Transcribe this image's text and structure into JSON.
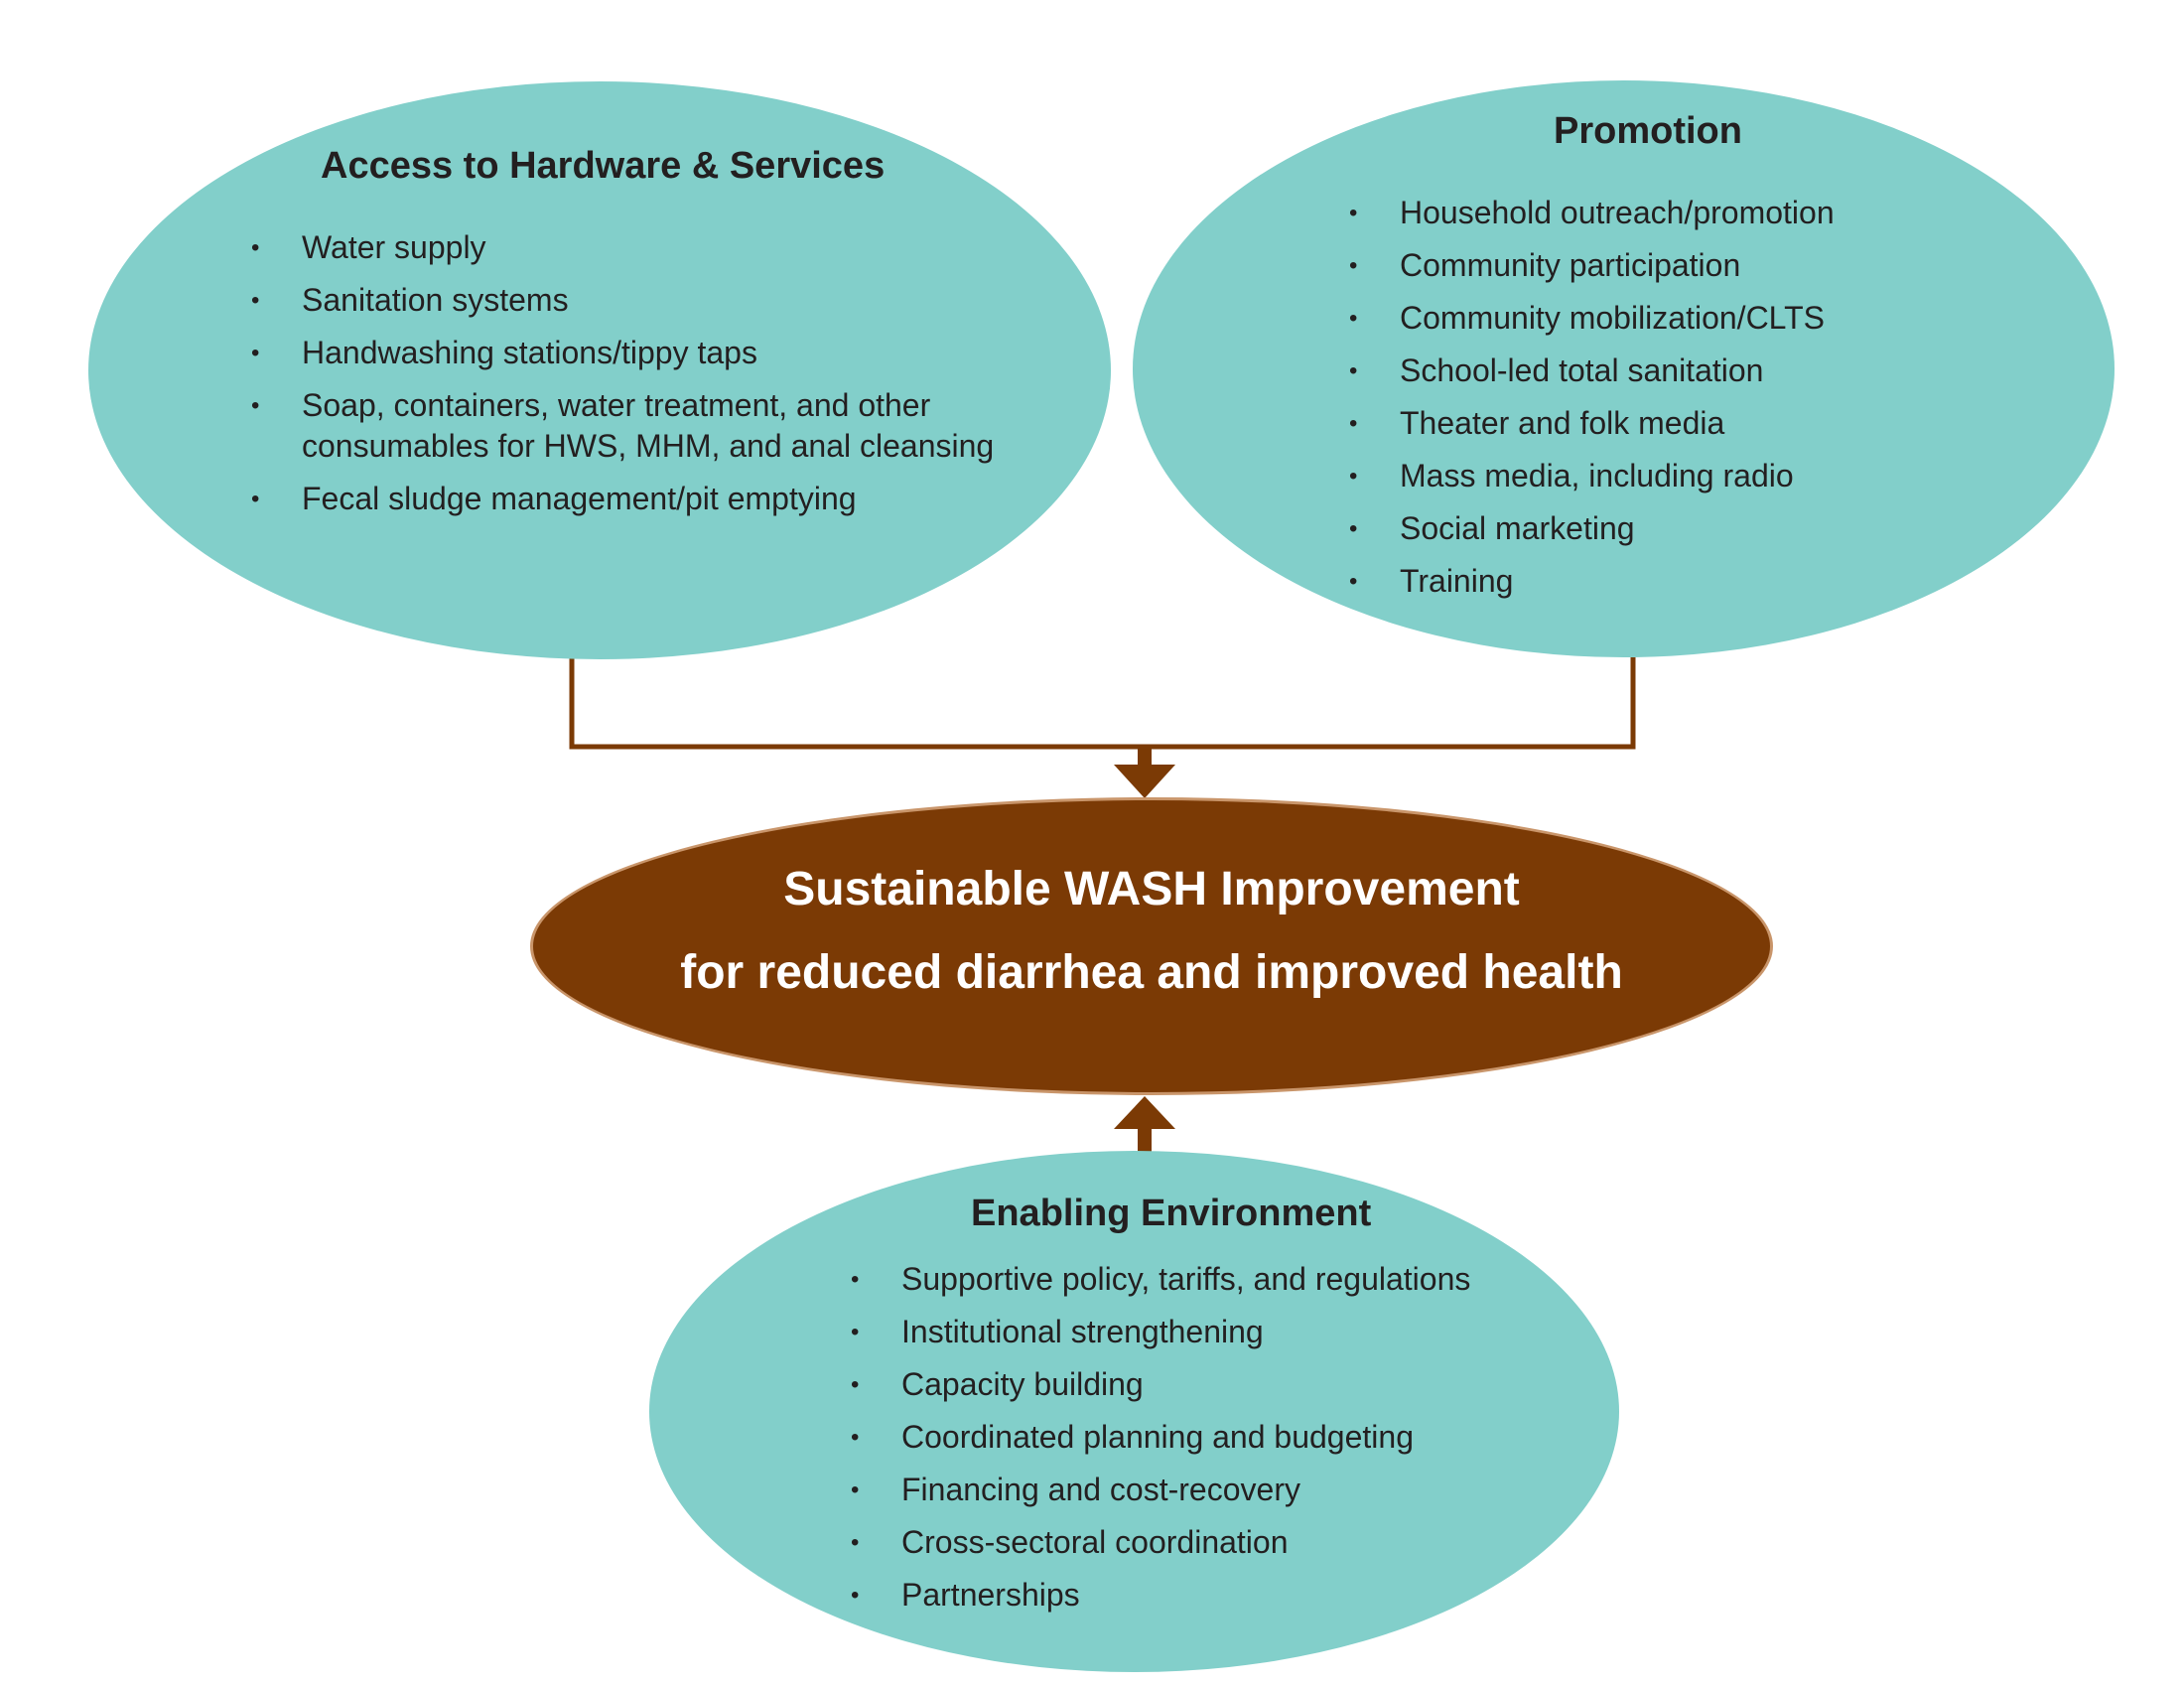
{
  "colors": {
    "ellipse_fill": "#82cfca",
    "center_fill": "#7b3a05",
    "connector": "#7b3a05",
    "text": "#231f20",
    "center_text": "#ffffff"
  },
  "access": {
    "title": "Access to Hardware & Services",
    "items": [
      "Water supply",
      "Sanitation systems",
      "Handwashing stations/tippy taps",
      "Soap, containers, water treatment, and other consumables for HWS, MHM, and anal cleansing",
      "Fecal sludge management/pit emptying"
    ]
  },
  "promotion": {
    "title": "Promotion",
    "items": [
      "Household outreach/promotion",
      "Community participation",
      "Community mobilization/CLTS",
      "School-led total sanitation",
      "Theater and folk media",
      "Mass media, including radio",
      "Social marketing",
      "Training"
    ]
  },
  "center": {
    "line1": "Sustainable WASH Improvement",
    "line2": "for reduced diarrhea and improved health"
  },
  "enabling": {
    "title": "Enabling Environment",
    "items": [
      "Supportive policy, tariffs, and regulations",
      "Institutional strengthening",
      "Capacity building",
      "Coordinated planning and budgeting",
      "Financing and cost-recovery",
      "Cross-sectoral coordination",
      "Partnerships"
    ]
  }
}
